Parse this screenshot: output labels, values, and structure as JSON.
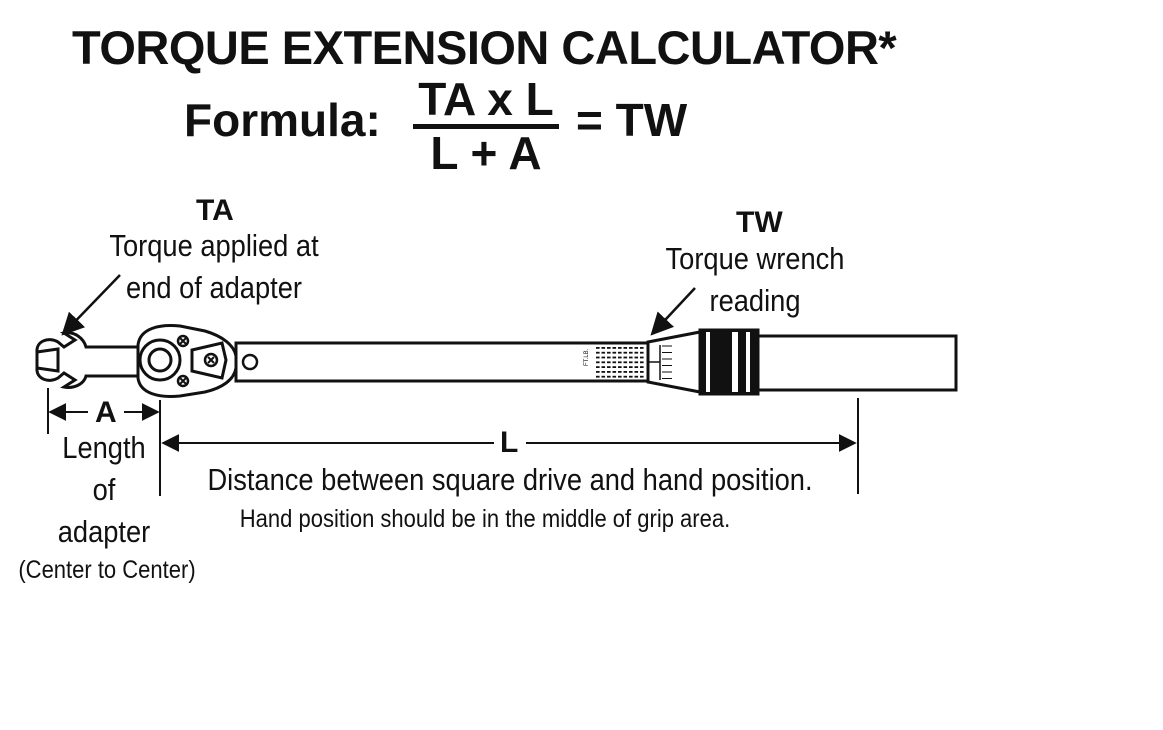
{
  "title": "TORQUE EXTENSION CALCULATOR*",
  "formula": {
    "label": "Formula:",
    "numerator": "TA x L",
    "denominator": "L + A",
    "result": "= TW"
  },
  "ta": {
    "symbol": "TA",
    "line1": "Torque applied at",
    "line2": "end of adapter"
  },
  "tw": {
    "symbol": "TW",
    "line1": "Torque wrench",
    "line2": "reading"
  },
  "a": {
    "symbol": "A",
    "line1": "Length",
    "line2": "of",
    "line3": "adapter",
    "line4": "(Center to Center)"
  },
  "l": {
    "symbol": "L",
    "description": "Distance between square drive and hand position.",
    "note": "Hand position should be in the middle of grip area."
  },
  "scale_text": "FT.LB."
}
